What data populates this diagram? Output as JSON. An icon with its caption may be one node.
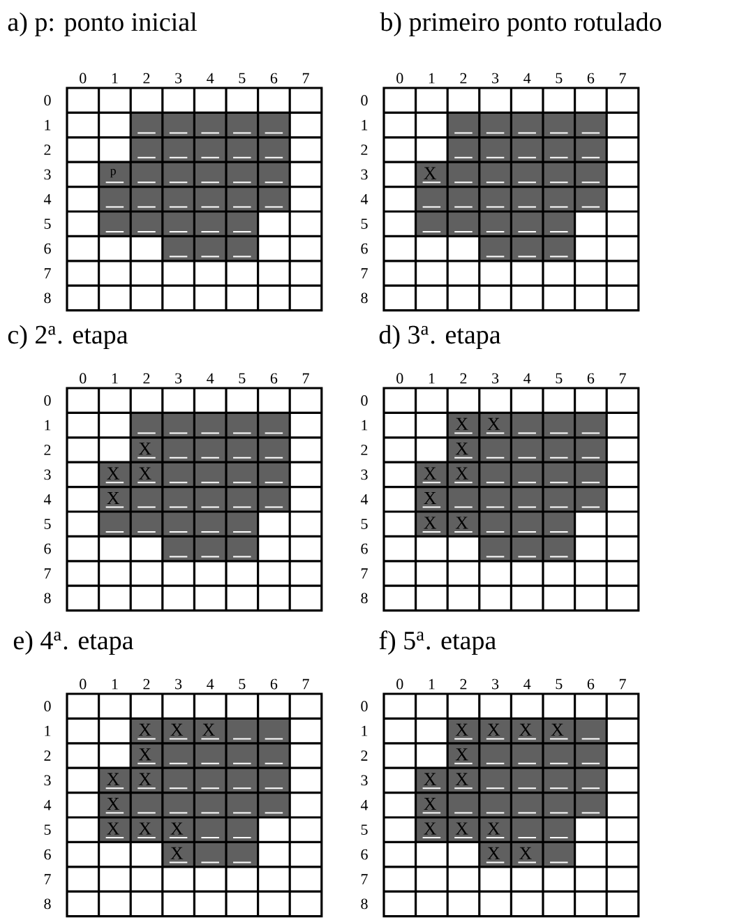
{
  "diagram": {
    "nodes": [
      {
        "text": [
          "a) p: ponto inicial",
          "0",
          "1",
          "2",
          "3",
          "4",
          "5",
          "6",
          "7",
          "0",
          "1",
          "2",
          "3",
          "4",
          "5",
          "6",
          "7",
          "8",
          "p"
        ]
      },
      {
        "text": [
          "b) primeiro ponto rotulado",
          "0",
          "1",
          "2",
          "3",
          "4",
          "5",
          "6",
          "7",
          "0",
          "1",
          "2",
          "3",
          "4",
          "5",
          "6",
          "7",
          "8",
          "X"
        ]
      },
      {
        "text": [
          "c) 2$^{a}$. etapa",
          "0",
          "1",
          "2",
          "3",
          "4",
          "5",
          "6",
          "7",
          "0",
          "1",
          "2",
          "3",
          "4",
          "5",
          "6",
          "7",
          "8",
          "X",
          "X",
          "X",
          "X"
        ]
      },
      {
        "text": [
          "d) 3$^{a}$. etapa",
          "0",
          "1",
          "2",
          "3",
          "4",
          "5",
          "6",
          "7",
          "0",
          "1",
          "2",
          "3",
          "4",
          "5",
          "6",
          "7",
          "8",
          "X",
          "X",
          "X",
          "X",
          "X",
          "X",
          "X",
          "X"
        ]
      },
      {
        "text": [
          "e) 4$^{a}$. etapa",
          "0",
          "1",
          "2",
          "3",
          "4",
          "5",
          "6",
          "7",
          "0",
          "1",
          "2",
          "3",
          "4",
          "5",
          "6",
          "7",
          "8",
          "X",
          "X",
          "X",
          "X",
          "X",
          "X",
          "X",
          "X",
          "X",
          "X",
          "X"
        ]
      },
      {
        "text": [
          "f) 5$^{a}$. etapa",
          "0",
          "1",
          "2",
          "3",
          "4",
          "5",
          "6",
          "7",
          "0",
          "1",
          "2",
          "3",
          "4",
          "5",
          "6",
          "7",
          "8",
          "X",
          "X",
          "X",
          "X",
          "X",
          "X",
          "X",
          "X",
          "X",
          "X",
          "X",
          "X",
          "X"
        ]
      }
    ]
  }
}
